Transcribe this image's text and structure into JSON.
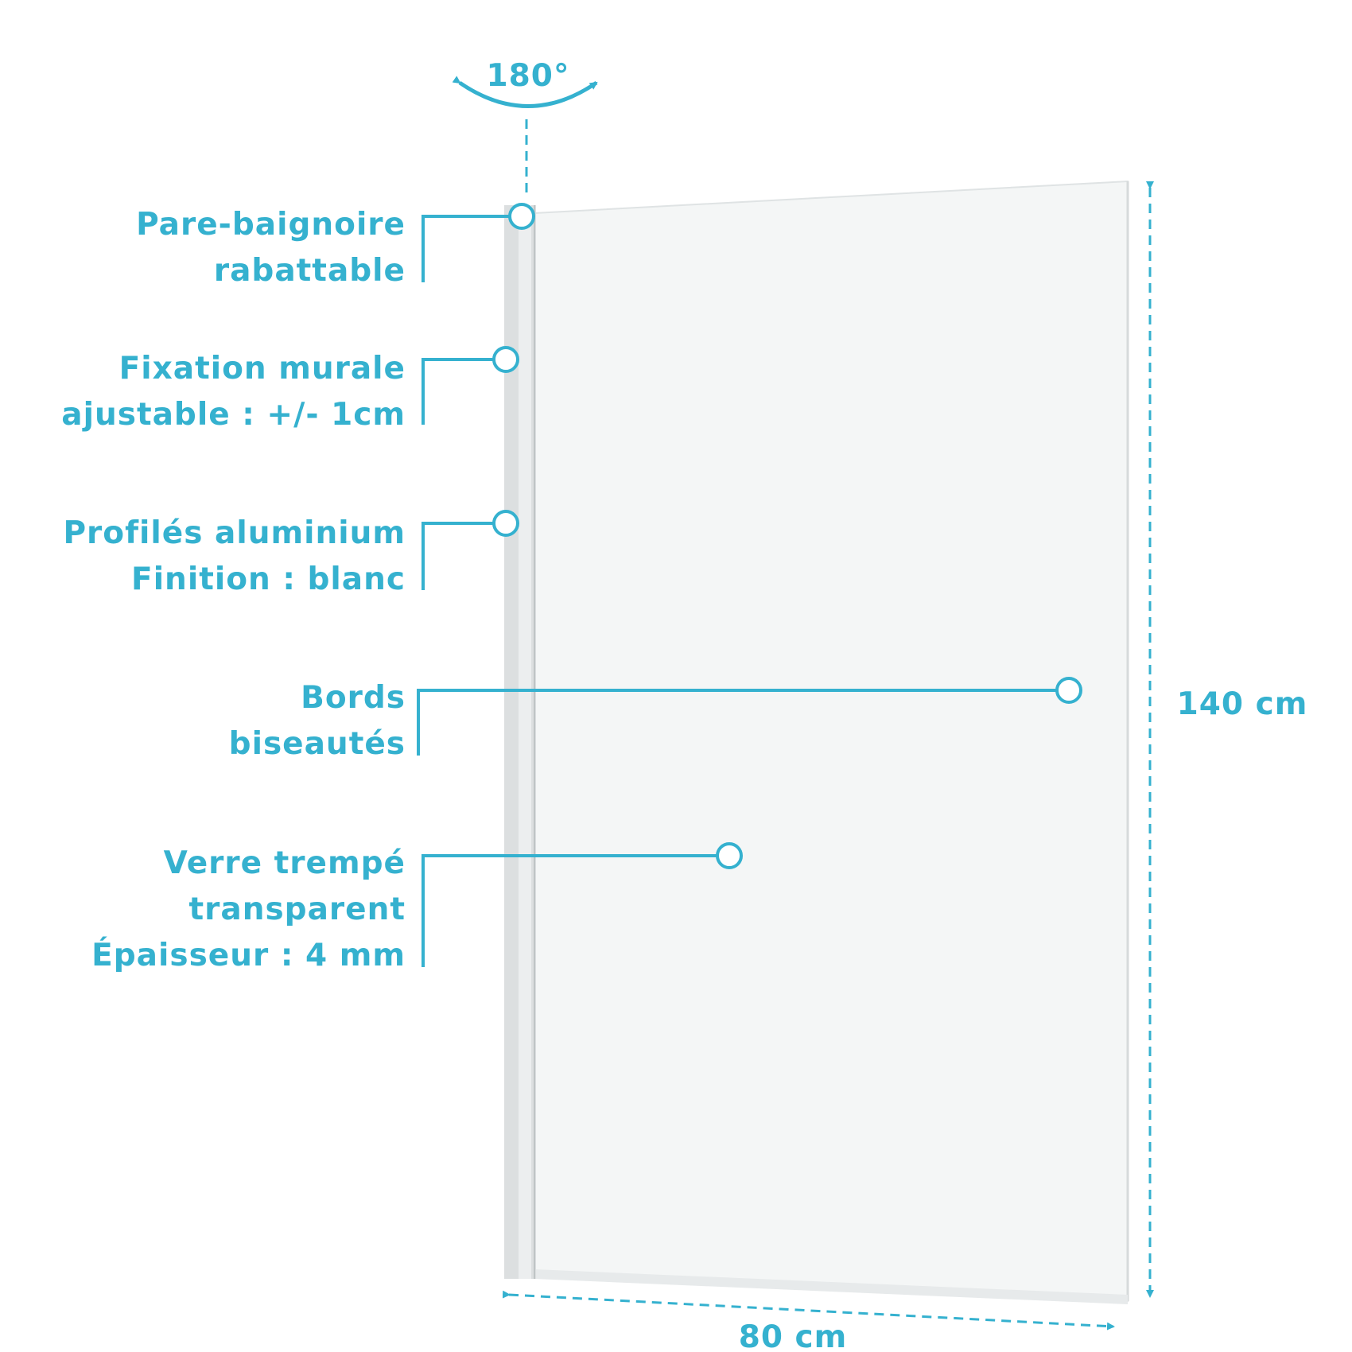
{
  "colors": {
    "accent": "#35b1cf",
    "frame": "#d9dcdd",
    "glass": "#f4f6f6",
    "glass_edge": "#cfd3d4"
  },
  "rotation": {
    "label": "180°"
  },
  "callouts": [
    {
      "id": "pare-baignoire",
      "lines": [
        "Pare-baignoire",
        "rabattable"
      ]
    },
    {
      "id": "fixation-murale",
      "lines": [
        "Fixation murale",
        "ajustable : +/- 1cm"
      ]
    },
    {
      "id": "profiles-aluminium",
      "lines": [
        "Profilés aluminium",
        "Finition : blanc"
      ]
    },
    {
      "id": "bords-biseautes",
      "lines": [
        "Bords",
        "biseautés"
      ]
    },
    {
      "id": "verre-trempe",
      "lines": [
        "Verre trempé",
        "transparent",
        "Épaisseur : 4 mm"
      ]
    }
  ],
  "dimensions": {
    "height": "140 cm",
    "width": "80 cm"
  }
}
